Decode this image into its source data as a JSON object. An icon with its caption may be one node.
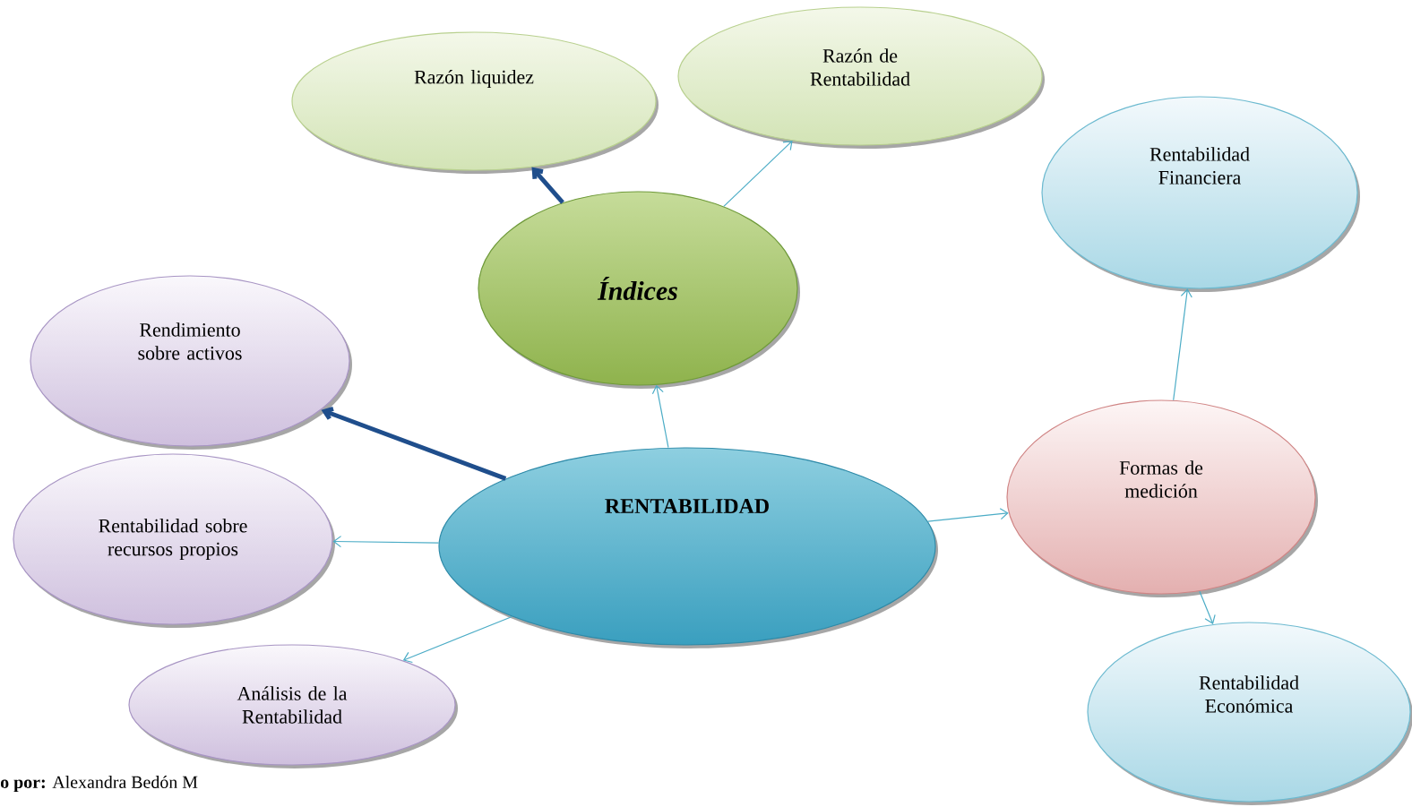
{
  "diagram": {
    "nodes": [
      {
        "text": [
          "RENTABILIDAD"
        ]
      },
      {
        "text": [
          "Índices"
        ]
      },
      {
        "text": [
          "Razón liquidez"
        ]
      },
      {
        "text": [
          "Razón de Rentabilidad"
        ]
      },
      {
        "text": [
          "Rendimiento sobre activos"
        ]
      },
      {
        "text": [
          "Rentabilidad sobre recursos propios"
        ]
      },
      {
        "text": [
          "Análisis de la Rentabilidad"
        ]
      },
      {
        "text": [
          "Formas de medición"
        ]
      },
      {
        "text": [
          "Rentabilidad Financiera"
        ]
      },
      {
        "text": [
          "Rentabilidad Económica"
        ]
      }
    ],
    "edges": [
      {
        "from": 0,
        "to": 1,
        "arrow": "to"
      },
      {
        "from": 1,
        "to": 2,
        "arrow": "to",
        "style": "thick",
        "color": "#1f4e8c"
      },
      {
        "from": 1,
        "to": 3,
        "arrow": "to"
      },
      {
        "from": 0,
        "to": 4,
        "arrow": "to",
        "style": "thick",
        "color": "#1f4e8c"
      },
      {
        "from": 0,
        "to": 5,
        "arrow": "to"
      },
      {
        "from": 0,
        "to": 6,
        "arrow": "to"
      },
      {
        "from": 0,
        "to": 7,
        "arrow": "to"
      },
      {
        "from": 7,
        "to": 8,
        "arrow": "to"
      },
      {
        "from": 7,
        "to": 9,
        "arrow": "to"
      }
    ],
    "labels": [
      "**o por:** Alexandra Bedón M"
    ]
  }
}
